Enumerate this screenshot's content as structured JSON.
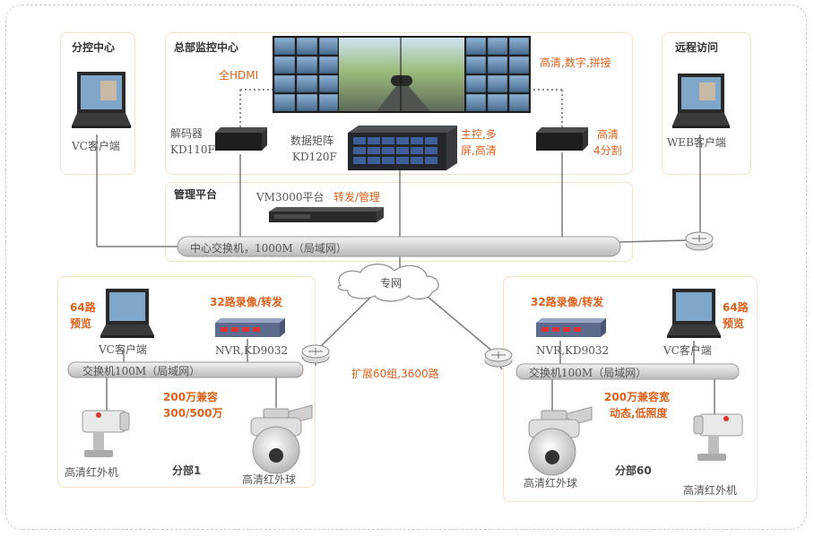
{
  "panels": {
    "branch_control": {
      "title": "分控中心",
      "client_label": "VC客户端"
    },
    "hq_monitor": {
      "title": "总部监控中心",
      "hdmi_note": "全HDMI",
      "decoder_label": "解码器",
      "decoder_model": "KD110F",
      "matrix_label": "数据矩阵",
      "matrix_model": "KD120F",
      "videowall_note": "高清,数字,拼接",
      "main_control_note_1": "主控,多",
      "main_control_note_2": "屏,高清",
      "split_note_1": "高清",
      "split_note_2": "4分割"
    },
    "remote_access": {
      "title": "远程访问",
      "client_label": "WEB客户端"
    },
    "management": {
      "title": "管理平台",
      "platform_label": "VM3000平台",
      "platform_note": "转发/管理",
      "switch_label": "中心交换机，1000M（局域网）"
    }
  },
  "network": {
    "cloud_label": "专网",
    "expand_note": "扩展60组,3600路"
  },
  "branch1": {
    "preview_note_1": "64路",
    "preview_note_2": "预览",
    "client_label": "VC客户端",
    "nvr_note": "32路录像/转发",
    "nvr_label": "NVR,KD9032",
    "switch_label": "交换机100M（局域网）",
    "camera_note_1": "200万兼容",
    "camera_note_2": "300/500万",
    "ir_camera_label": "高清红外机",
    "ir_dome_label": "高清红外球",
    "branch_name": "分部1"
  },
  "branch60": {
    "nvr_note": "32路录像/转发",
    "nvr_label": "NVR,KD9032",
    "preview_note_1": "64路",
    "preview_note_2": "预览",
    "client_label": "VC客户端",
    "switch_label": "交换机100M（局域网）",
    "camera_note_1": "200万兼容宽",
    "camera_note_2": "动态,低照度",
    "ir_dome_label": "高清红外球",
    "branch_name": "分部60",
    "ir_camera_label": "高清红外机"
  },
  "colors": {
    "accent": "#e0601a",
    "panel_border": "#f3e2c2",
    "switch_fill": "#dcdcdc",
    "line": "#7a7a7a"
  }
}
